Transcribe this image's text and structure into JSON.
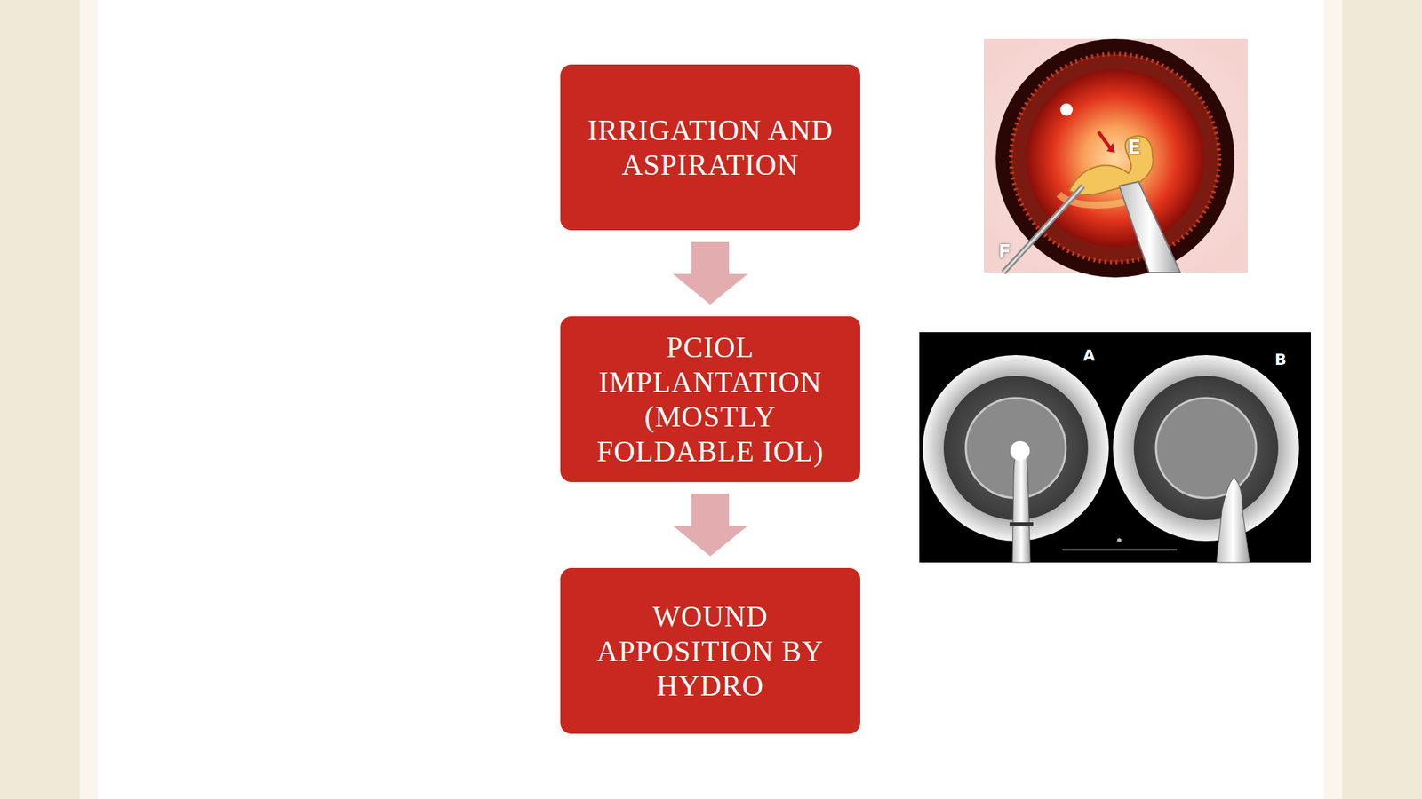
{
  "diagram": {
    "nodes": [
      {
        "text": [
          "IRRIGATION AND ASPIRATION"
        ]
      },
      {
        "text": [
          "PCIOL IMPLANTATION (MOSTLY FOLDABLE IOL)"
        ]
      },
      {
        "text": [
          "WOUND APPOSITION BY HYDRO"
        ]
      }
    ],
    "edges": [
      {
        "from": 0,
        "to": 1,
        "arrow": "to"
      },
      {
        "from": 1,
        "to": 2,
        "arrow": "to"
      }
    ],
    "labels": [
      "E",
      "F",
      "A",
      "B"
    ]
  }
}
